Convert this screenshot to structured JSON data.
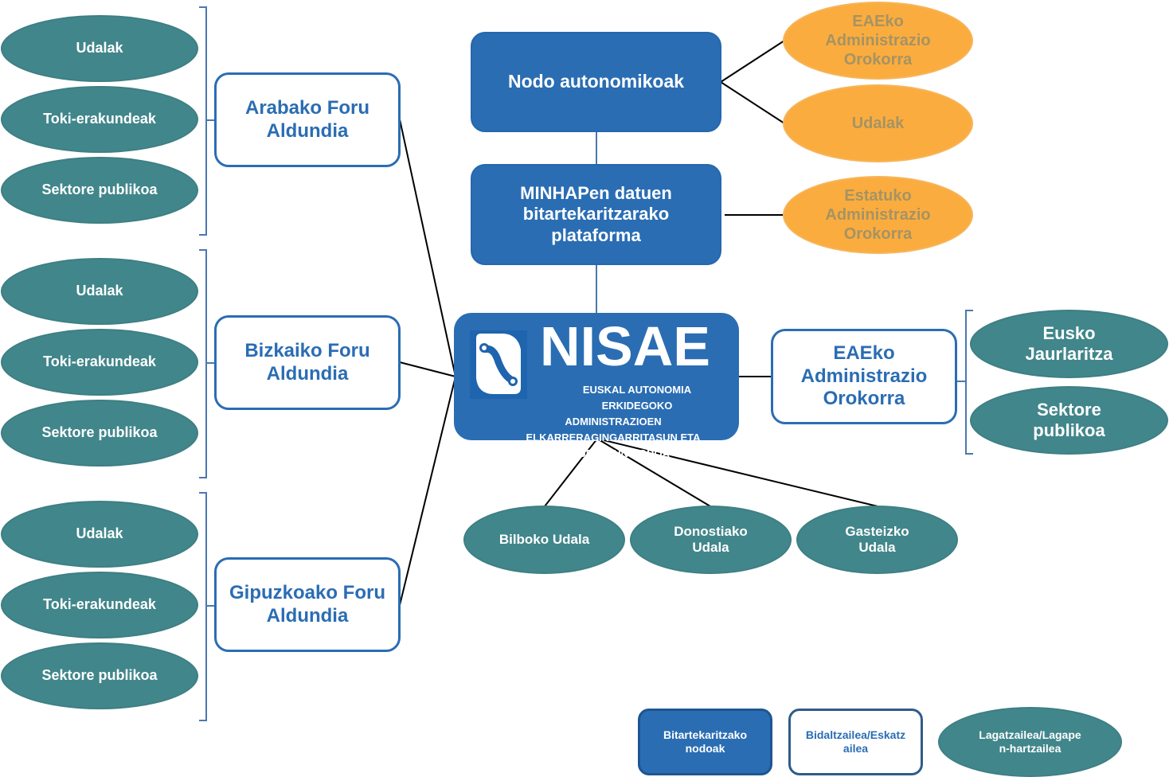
{
  "colors": {
    "blue_node": "#2a6db3",
    "teal_oval": "#41868b",
    "orange_oval": "#fbac3f",
    "orange_text": "#a59363",
    "line": "#000000",
    "brace": "#4a78b0"
  },
  "center": {
    "title": "NISAE",
    "subtitle_lines": [
      "EUSKAL AUTONOMIA ERKIDEGOKO",
      "ADMINISTRAZIOEN",
      "ELKARRERAGINGARRITASUN ETA",
      "SEGURTASUN NODOA"
    ],
    "icon": "nisae-logo-icon"
  },
  "top_nodes": {
    "nodo_autonomikoak": "Nodo autonomikoak",
    "minhap": [
      "MINHAPen datuen",
      "bitartekaritzarako",
      "plataforma"
    ]
  },
  "orange_nodes": [
    [
      "EAEko",
      "Administrazio",
      "Orokorra"
    ],
    [
      "Udalak"
    ],
    [
      "Estatuko",
      "Administrazio",
      "Orokorra"
    ]
  ],
  "foru_aldundiak": [
    {
      "name": [
        "Arabako Foru",
        "Aldundia"
      ],
      "children": [
        "Udalak",
        "Toki-erakundeak",
        "Sektore publikoa"
      ]
    },
    {
      "name": [
        "Bizkaiko Foru",
        "Aldundia"
      ],
      "children": [
        "Udalak",
        "Toki-erakundeak",
        "Sektore publikoa"
      ]
    },
    {
      "name": [
        "Gipuzkoako Foru",
        "Aldundia"
      ],
      "children": [
        "Udalak",
        "Toki-erakundeak",
        "Sektore publikoa"
      ]
    }
  ],
  "eae": {
    "name": [
      "EAEko",
      "Administrazio",
      "Orokorra"
    ],
    "children": [
      [
        "Eusko",
        "Jaurlaritza"
      ],
      [
        "Sektore",
        "publikoa"
      ]
    ]
  },
  "udalak_bottom": [
    [
      "Bilboko Udala"
    ],
    [
      "Donostiako",
      "Udala"
    ],
    [
      "Gasteizko",
      "Udala"
    ]
  ],
  "legend": [
    {
      "label": [
        "Bitartekaritzako",
        "nodoak"
      ],
      "style": "blue-rect"
    },
    {
      "label": [
        "Bidaltzailea/Eskatz",
        "ailea"
      ],
      "style": "white-rect"
    },
    {
      "label": [
        "Lagatzailea/Lagape",
        "n-hartzailea"
      ],
      "style": "teal-oval"
    }
  ]
}
